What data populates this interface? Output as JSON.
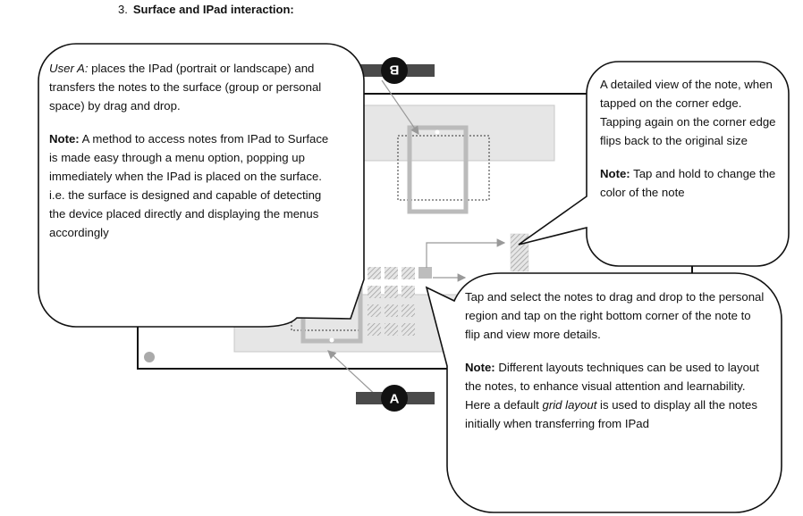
{
  "heading": {
    "number": "3.",
    "text": "Surface and IPad interaction:"
  },
  "markers": {
    "b": "B",
    "a": "A"
  },
  "callout_left": {
    "p1_prefix": "User A:",
    "p1_text": " places the IPad (portrait or landscape) and transfers the notes to the surface (group or personal space) by drag and drop.",
    "p2_prefix": "Note:",
    "p2_text": " A method to access notes from IPad to Surface is made easy through a menu option, popping up immediately when the IPad is placed on the surface. i.e. the surface is designed and capable of detecting the device placed directly and displaying the menus accordingly"
  },
  "callout_top_right": {
    "p1_text": "A detailed view of the note, when tapped on the corner edge. Tapping again on the corner edge flips back to the original size",
    "p2_prefix": "Note:",
    "p2_text": " Tap and hold to change the color of the note"
  },
  "callout_bottom_right": {
    "p1_text": "Tap and select the notes to drag and drop to the personal region and tap on the right bottom corner of the note to flip and view more details.",
    "p2_prefix": "Note:",
    "p2_text_1": " Different layouts techniques can be used to layout the notes, to enhance visual attention and learnability. Here a default ",
    "p2_italic": "grid layout",
    "p2_text_2": " is used to display all the notes initially when transferring from IPad"
  }
}
